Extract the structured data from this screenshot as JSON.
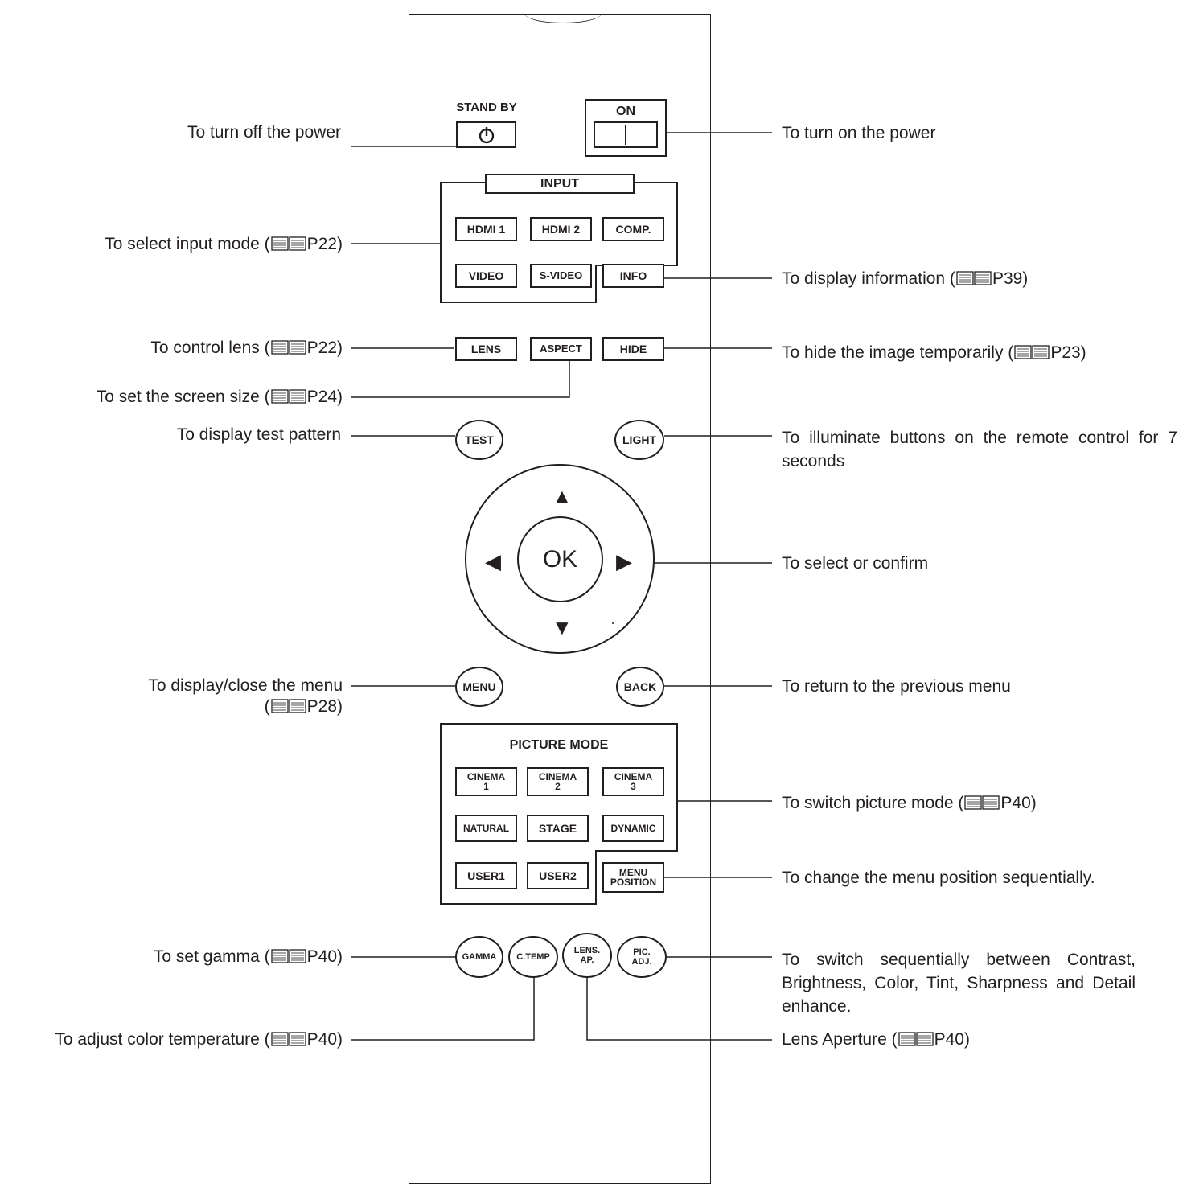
{
  "remote": {
    "standby_caption": "STAND BY",
    "on_caption": "ON",
    "input_caption": "INPUT",
    "input_buttons": [
      "HDMI 1",
      "HDMI 2",
      "COMP.",
      "VIDEO",
      "S-VIDEO",
      "INFO"
    ],
    "row_buttons": [
      "LENS",
      "ASPECT",
      "HIDE"
    ],
    "test": "TEST",
    "light": "LIGHT",
    "ok": "OK",
    "menu": "MENU",
    "back": "BACK",
    "picture_mode_caption": "PICTURE MODE",
    "picture_buttons": [
      {
        "line1": "CINEMA",
        "line2": "1"
      },
      {
        "line1": "CINEMA",
        "line2": "2"
      },
      {
        "line1": "CINEMA",
        "line2": "3"
      },
      {
        "line1": "NATURAL",
        "line2": ""
      },
      {
        "line1": "STAGE",
        "line2": ""
      },
      {
        "line1": "DYNAMIC",
        "line2": ""
      },
      {
        "line1": "USER1",
        "line2": ""
      },
      {
        "line1": "USER2",
        "line2": ""
      },
      {
        "line1": "MENU",
        "line2": "POSITION"
      }
    ],
    "bottom_buttons": [
      {
        "line1": "GAMMA",
        "line2": ""
      },
      {
        "line1": "C.TEMP",
        "line2": ""
      },
      {
        "line1": "LENS.",
        "line2": "AP."
      },
      {
        "line1": "PIC.",
        "line2": "ADJ."
      }
    ]
  },
  "callouts": {
    "standby": "To turn off the power",
    "on": "To turn on the power",
    "input": {
      "text": "To select input mode (",
      "ref": "P22)"
    },
    "info": {
      "text": "To display information (",
      "ref": "P39)"
    },
    "lens": {
      "text": "To control lens (",
      "ref": "P22)"
    },
    "hide": {
      "text": "To hide the image temporarily (",
      "ref": "P23)"
    },
    "aspect": {
      "text": "To set the screen size (",
      "ref": "P24)"
    },
    "test": "To display test pattern",
    "light": "To illuminate buttons on the remote control for 7 seconds",
    "ok": "To select or confirm",
    "menu": {
      "text": "To display/close the menu",
      "ref_prefix": "(",
      "ref": "P28)"
    },
    "back": "To return to the previous menu",
    "picture_mode": {
      "text": "To switch picture mode (",
      "ref": "P40)"
    },
    "menu_position": "To change the menu position sequentially.",
    "gamma": {
      "text": "To set gamma (",
      "ref": "P40)"
    },
    "pic_adj": "To switch sequentially between Contrast, Brightness, Color, Tint, Sharpness and Detail enhance.",
    "c_temp": {
      "text": "To adjust color temperature (",
      "ref": "P40)"
    },
    "lens_ap": {
      "text": "Lens Aperture (",
      "ref": "P40)"
    }
  }
}
